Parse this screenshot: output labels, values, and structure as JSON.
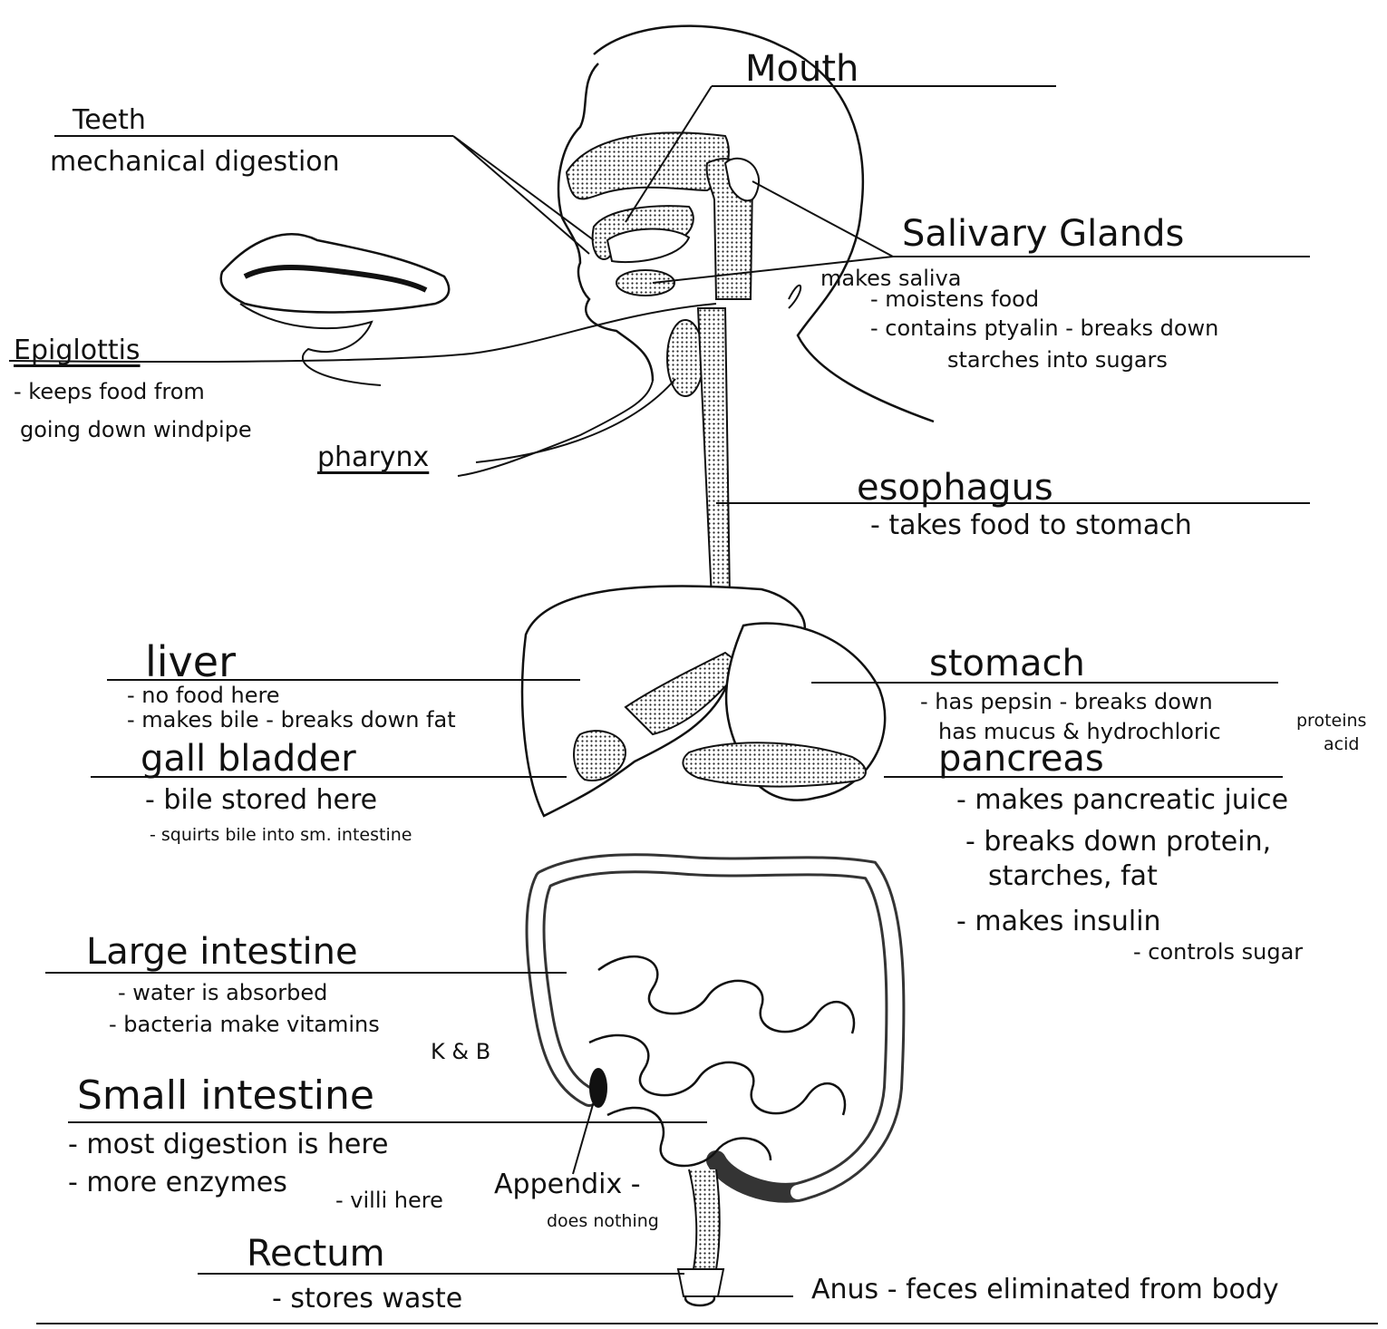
{
  "labels": {
    "mouth": "Mouth",
    "teeth": "Teeth",
    "teeth_note": "mechanical digestion",
    "salivary": "Salivary Glands",
    "salivary_1": "makes saliva",
    "salivary_2": "- moistens food",
    "salivary_3": "- contains ptyalin - breaks down",
    "salivary_4": "starches into sugars",
    "epiglottis": "Epiglottis",
    "epiglottis_1": "- keeps food from",
    "epiglottis_2": "going down windpipe",
    "pharynx": "pharynx",
    "esophagus": "esophagus",
    "esophagus_1": "- takes food to stomach",
    "liver": "liver",
    "liver_1": "- no food here",
    "liver_2": "- makes bile - breaks down fat",
    "stomach": "stomach",
    "stomach_1": "- has pepsin - breaks down",
    "stomach_1b": "proteins",
    "stomach_2": "has mucus & hydrochloric",
    "stomach_2b": "acid",
    "gallbladder": "gall bladder",
    "gallbladder_1": "- bile stored here",
    "gallbladder_2": "- squirts bile into sm. intestine",
    "pancreas": "pancreas",
    "pancreas_1": "- makes pancreatic juice",
    "pancreas_2": "- breaks down protein,",
    "pancreas_3": "starches, fat",
    "pancreas_4": "- makes insulin",
    "pancreas_5": "- controls sugar",
    "large": "Large intestine",
    "large_1": "- water is absorbed",
    "large_2": "- bacteria make vitamins",
    "large_3": "K & B",
    "small": "Small intestine",
    "small_1": "- most digestion is here",
    "small_2": "- more enzymes",
    "small_3": "- villi here",
    "appendix": "Appendix -",
    "appendix_1": "does nothing",
    "rectum": "Rectum",
    "rectum_1": "- stores waste",
    "anus": "Anus - feces eliminated from body"
  },
  "colors": {
    "ink": "#111111",
    "paper": "#ffffff",
    "stipple": "#9a9a9a"
  }
}
